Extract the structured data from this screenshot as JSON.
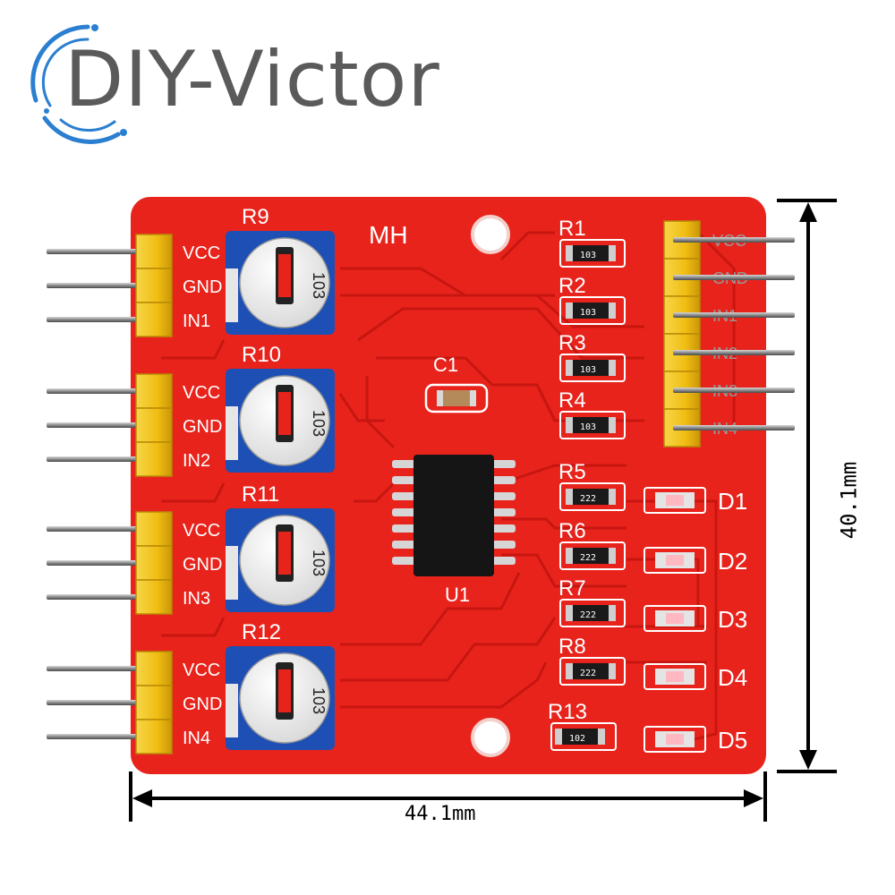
{
  "watermark": {
    "text": "DIY-Victor"
  },
  "board": {
    "silkscreen_brand": "MH",
    "left_headers": [
      {
        "pins": [
          "VCC",
          "GND",
          "IN1"
        ]
      },
      {
        "pins": [
          "VCC",
          "GND",
          "IN2"
        ]
      },
      {
        "pins": [
          "VCC",
          "GND",
          "IN3"
        ]
      },
      {
        "pins": [
          "VCC",
          "GND",
          "IN4"
        ]
      }
    ],
    "right_header_pins": [
      "VCC",
      "GND",
      "IN1",
      "IN2",
      "IN3",
      "IN4"
    ],
    "potentiometers": [
      {
        "label": "R9",
        "code": "103"
      },
      {
        "label": "R10",
        "code": "103"
      },
      {
        "label": "R11",
        "code": "103"
      },
      {
        "label": "R12",
        "code": "103"
      }
    ],
    "resistors": [
      {
        "label": "R1",
        "code": "103"
      },
      {
        "label": "R2",
        "code": "103"
      },
      {
        "label": "R3",
        "code": "103"
      },
      {
        "label": "R4",
        "code": "103"
      },
      {
        "label": "R5",
        "code": "222"
      },
      {
        "label": "R6",
        "code": "222"
      },
      {
        "label": "R7",
        "code": "222"
      },
      {
        "label": "R8",
        "code": "222"
      },
      {
        "label": "R13",
        "code": "102"
      }
    ],
    "leds": [
      "D1",
      "D2",
      "D3",
      "D4",
      "D5"
    ],
    "capacitor": "C1",
    "ic": "U1"
  },
  "dimensions": {
    "width": "44.1mm",
    "height": "40.1mm"
  },
  "colors": {
    "pcb": "#e8231c",
    "header": "#f2c21a",
    "pot_body": "#1d4fb5",
    "pin": "#8c8c8c",
    "logo_ring": "#2b7fd1"
  }
}
